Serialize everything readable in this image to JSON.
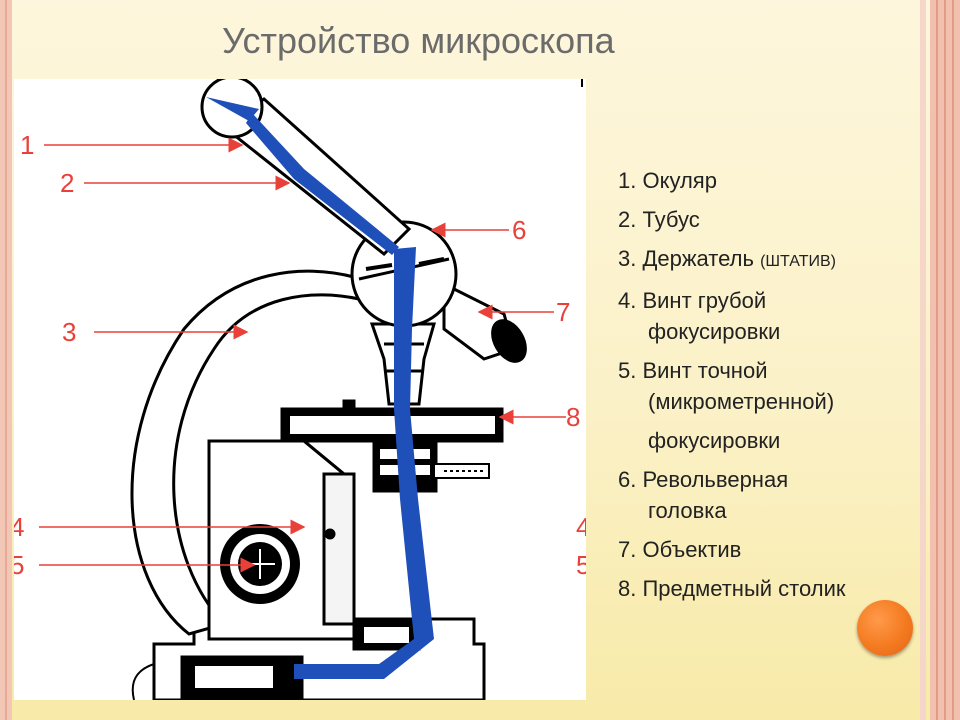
{
  "slide": {
    "title": "Устройство микроскопа"
  },
  "diagram": {
    "callouts": [
      "1",
      "2",
      "3",
      "4",
      "5",
      "6",
      "7",
      "8"
    ],
    "callouts_right_partial": [
      "4",
      "5"
    ]
  },
  "legend": {
    "items": [
      {
        "number_text": "1. Окуляр"
      },
      {
        "number_text": "2. Тубус"
      },
      {
        "number_text": "3. Держатель",
        "note": "(ШТАТИВ)"
      },
      {
        "number_text": "4. Винт грубой",
        "continuation": "фокусировки"
      },
      {
        "number_text": "5. Винт точной",
        "continuation": "(микрометренной)",
        "continuation2": "фокусировки"
      },
      {
        "number_text": "6. Револьверная",
        "continuation": "головка"
      },
      {
        "number_text": "7. Объектив"
      },
      {
        "number_text": "8. Предметный столик"
      }
    ]
  },
  "colors": {
    "light_path": "#1f4fb8",
    "arrows": "#e8413a",
    "accent_dot": "#f47a20"
  }
}
